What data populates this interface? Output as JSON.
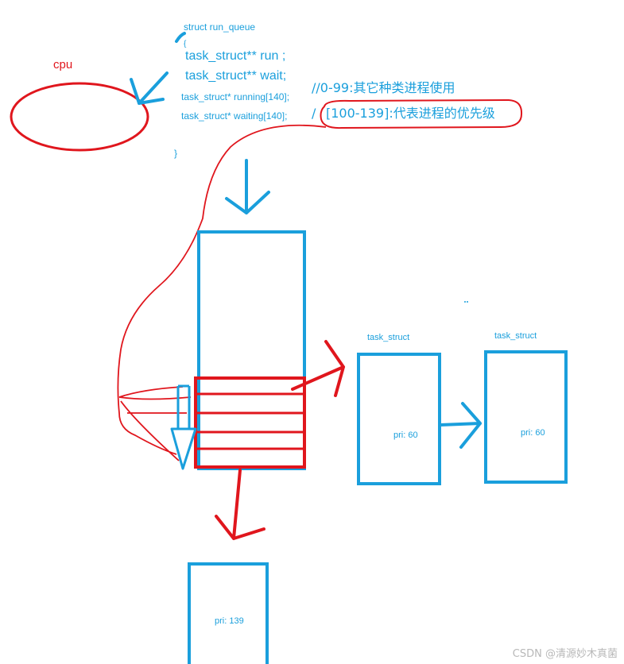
{
  "colors": {
    "blue": "#1a9fdc",
    "red": "#e0161d",
    "watermark": "#b8b8b8"
  },
  "cpu": {
    "label": "cpu"
  },
  "code": {
    "line1": "struct run_queue",
    "line2": "{",
    "line3": "task_struct** run ;",
    "line4": "task_struct** wait;",
    "line5": "task_struct* running[140];",
    "line6": "task_struct* waiting[140];",
    "line7": "}",
    "comment1": "//0-99:其它种类进程使用",
    "comment2_prefix": "/",
    "comment2": "[100-139]:代表进程的优先级"
  },
  "nodes": {
    "task1": {
      "header": "task_struct",
      "pri": "pri: 60"
    },
    "task2": {
      "header": "task_struct",
      "pri": "pri: 60"
    },
    "task3": {
      "pri": "pri: 139"
    }
  },
  "watermark": "CSDN @清源妙木真菌"
}
